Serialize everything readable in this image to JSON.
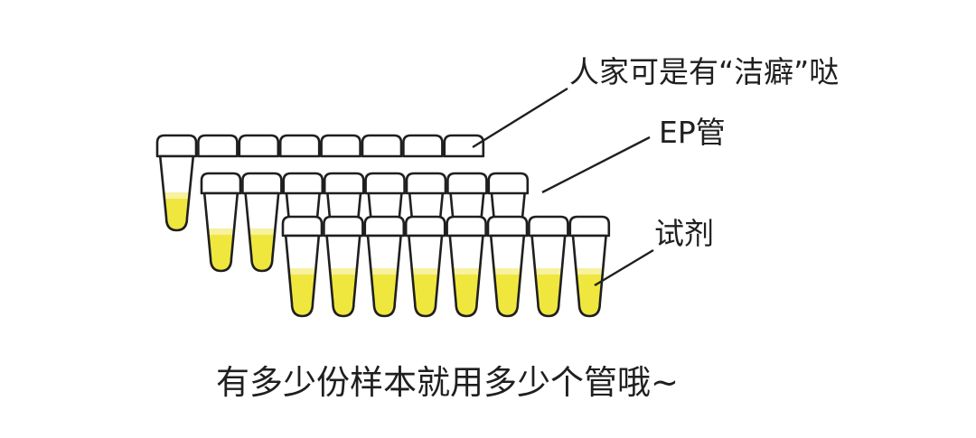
{
  "labels": {
    "cleanliness": "人家可是有“洁癖”哒",
    "ep_tube": "EP管",
    "reagent": "试剂",
    "caption": "有多少份样本就用多少个管哦~"
  },
  "colors": {
    "outline": "#1f1f1f",
    "tube_fill": "#ffffff",
    "reagent_fill": "#f0e73e",
    "reagent_surface": "#f7f1a0"
  },
  "strips": [
    {
      "name": "top-tube-strip",
      "tube_count": 8,
      "tubes_with_visible_liquid": 1
    },
    {
      "name": "middle-tube-strip",
      "tube_count": 8,
      "tubes_with_visible_liquid": 2
    },
    {
      "name": "bottom-tube-strip",
      "tube_count": 8,
      "tubes_with_visible_liquid": 8
    }
  ]
}
